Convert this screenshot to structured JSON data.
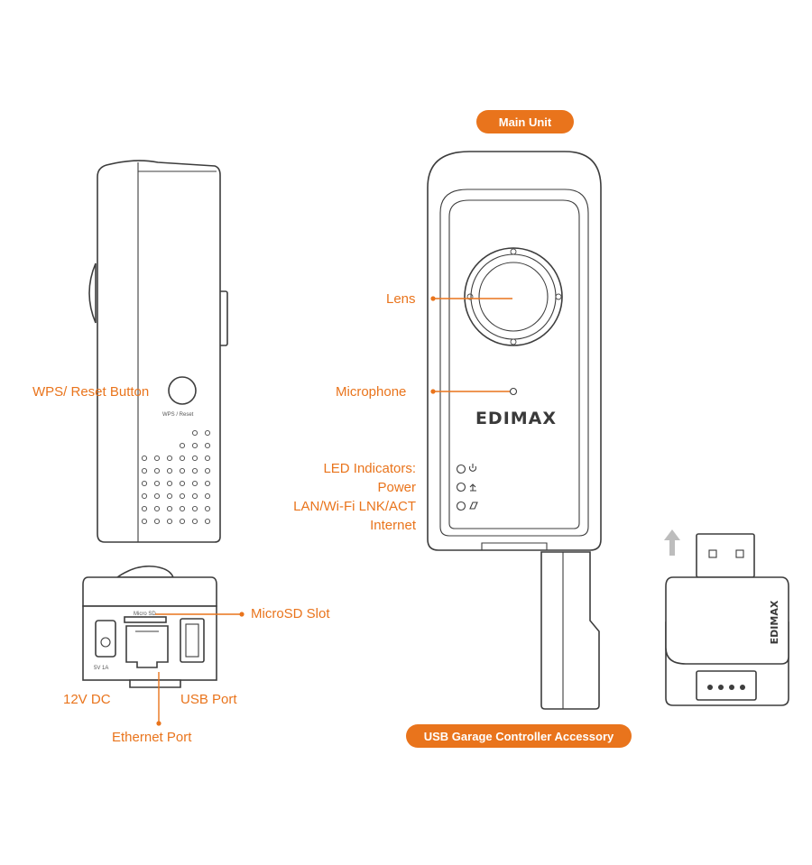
{
  "pills": {
    "main_unit": "Main Unit",
    "accessory": "USB Garage Controller Accessory"
  },
  "labels": {
    "wps_reset": "WPS/ Reset Button",
    "lens": "Lens",
    "microphone": "Microphone",
    "led_indicators": "LED Indicators:",
    "led_power": "Power",
    "led_lan": "LAN/Wi-Fi LNK/ACT",
    "led_internet": "Internet",
    "microsd": "MicroSD Slot",
    "dc12v": "12V DC",
    "usb_port": "USB Port",
    "ethernet": "Ethernet Port"
  },
  "device_text": {
    "wps_print": "WPS / Reset",
    "micro_sd_print": "Micro SD",
    "dc_print": "5V 1A",
    "brand": "EDIMAX"
  },
  "colors": {
    "accent": "#e9741c",
    "outline": "#3d3d3d"
  }
}
